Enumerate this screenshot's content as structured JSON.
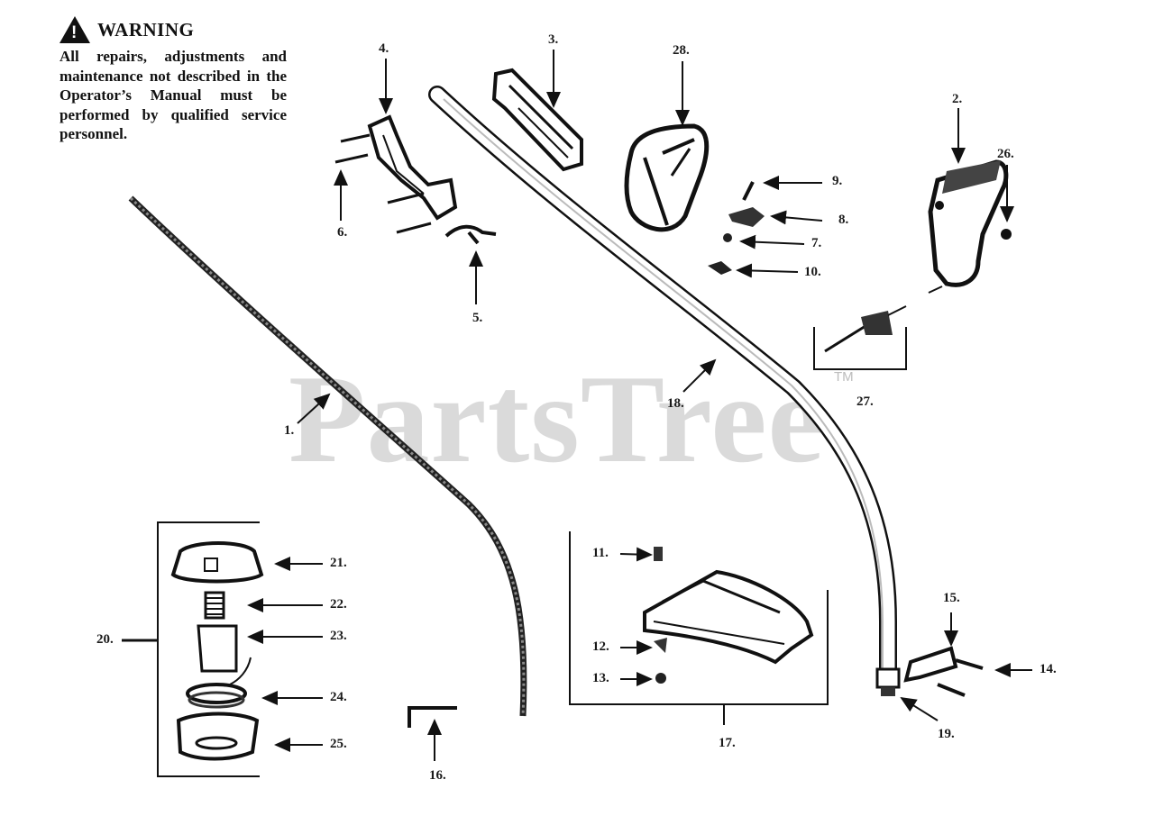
{
  "warning": {
    "title": "WARNING",
    "icon": "warning-triangle-icon",
    "text": "All repairs, adjustments and maintenance not described in the Operator’s Manual must be performed by qualified service personnel."
  },
  "watermark": {
    "text": "PartsTree",
    "tm": "TM"
  },
  "labels": {
    "p1": "1.",
    "p2": "2.",
    "p3": "3.",
    "p4": "4.",
    "p5": "5.",
    "p6": "6.",
    "p7": "7.",
    "p8": "8.",
    "p9": "9.",
    "p10": "10.",
    "p11": "11.",
    "p12": "12.",
    "p13": "13.",
    "p14": "14.",
    "p15": "15.",
    "p16": "16.",
    "p17": "17.",
    "p18": "18.",
    "p19": "19.",
    "p20": "20.",
    "p21": "21.",
    "p22": "22.",
    "p23": "23.",
    "p24": "24.",
    "p25": "25.",
    "p26": "26.",
    "p27": "27.",
    "p28": "28."
  }
}
